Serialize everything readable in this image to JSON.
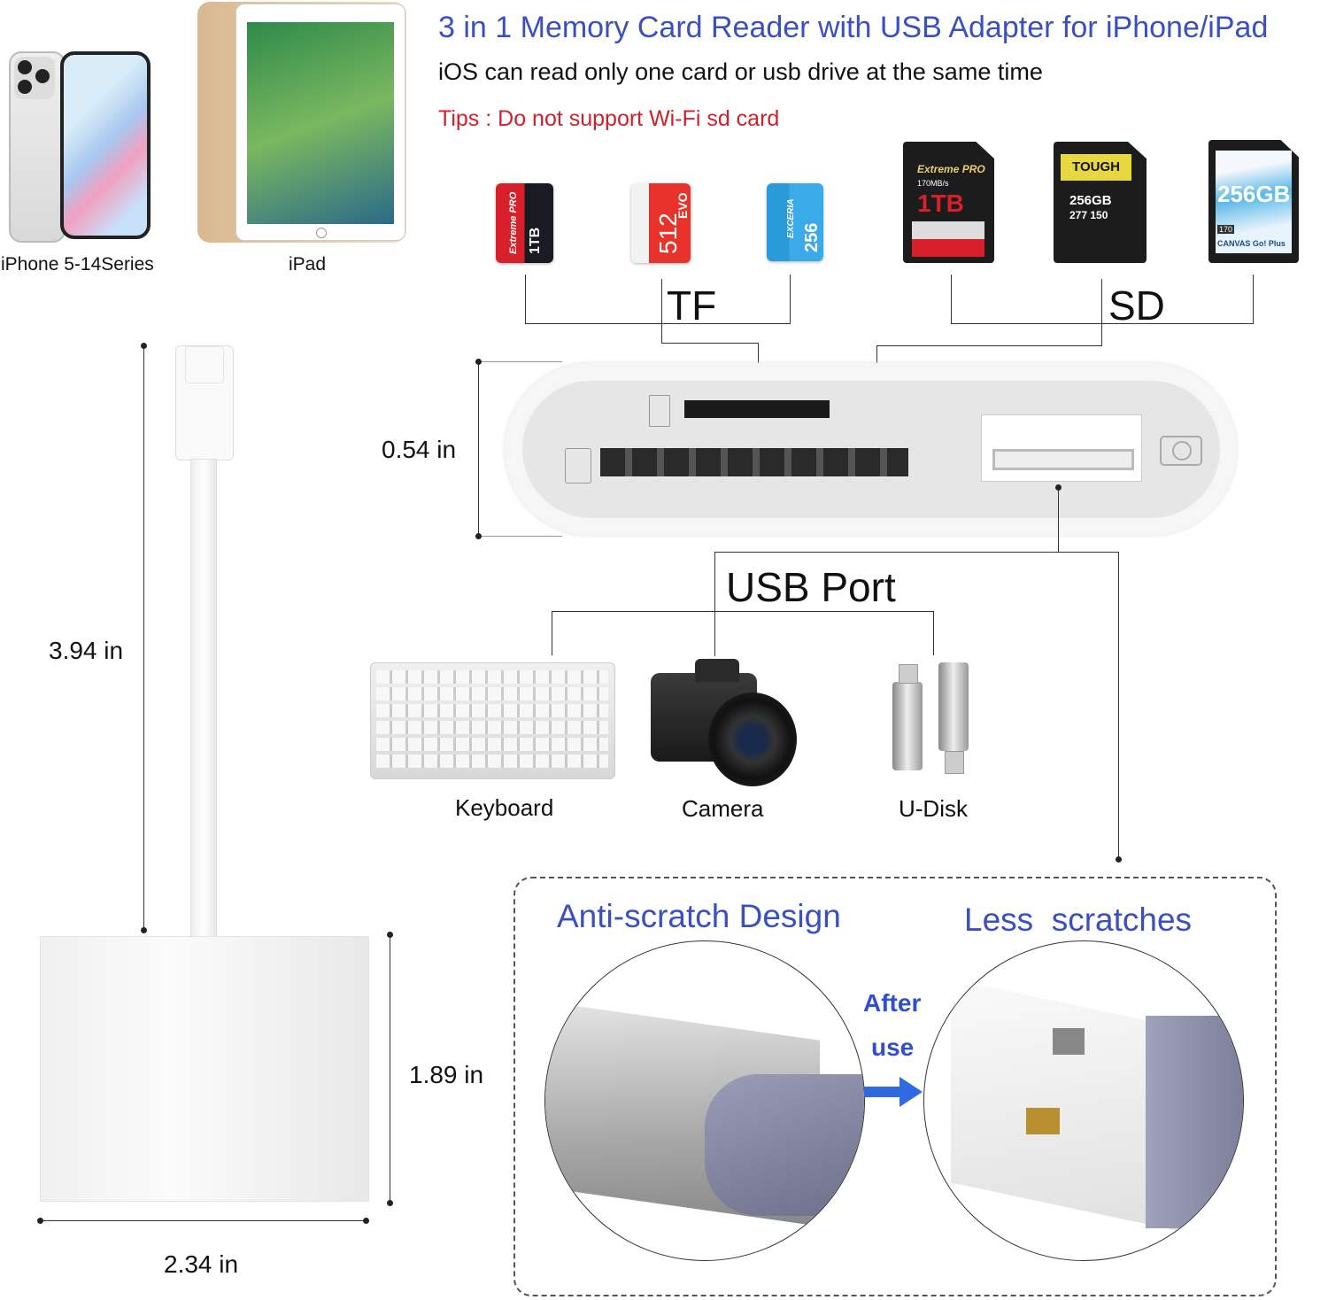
{
  "header": {
    "title": "3 in 1 Memory Card Reader with USB Adapter for iPhone/iPad",
    "subtitle": "iOS can read only one card or usb drive at the same time",
    "tips": "Tips : Do not support Wi-Fi sd card"
  },
  "devices": [
    {
      "label": "iPhone 5-14Series",
      "icon": "iphone-icon"
    },
    {
      "label": "iPad",
      "icon": "ipad-icon"
    }
  ],
  "cards": {
    "tf_label": "TF",
    "sd_label": "SD",
    "tf": [
      {
        "brand": "Extreme PRO",
        "capacity": "1TB",
        "color": "#d8202a"
      },
      {
        "brand": "EVO",
        "capacity": "512",
        "color": "#e8322a"
      },
      {
        "brand": "EXCERIA",
        "capacity": "256",
        "color": "#2a9ad8"
      }
    ],
    "sd": [
      {
        "brand": "Extreme PRO",
        "capacity": "1TB",
        "speed": "170MB/s"
      },
      {
        "brand": "TOUGH",
        "capacity": "256GB",
        "speed": "277 150"
      },
      {
        "brand": "CANVAS Go! Plus",
        "capacity": "256GB",
        "speed": "170"
      }
    ]
  },
  "dimensions": {
    "reader_height": "0.54 in",
    "cable_length": "3.94 in",
    "body_height": "1.89 in",
    "body_width": "2.34 in"
  },
  "usb": {
    "label": "USB Port",
    "devices": [
      {
        "label": "Keyboard",
        "icon": "keyboard-icon"
      },
      {
        "label": "Camera",
        "icon": "camera-icon"
      },
      {
        "label": "U-Disk",
        "icon": "usb-drive-icon"
      }
    ]
  },
  "antiscratch": {
    "left_title": "Anti-scratch Design",
    "right_title": "Less  scratches",
    "after_line1": "After",
    "after_line2": "use"
  },
  "colors": {
    "title_blue": "#3a50c0",
    "tips_red": "#d0202a",
    "arrow_blue": "#2f6ae0"
  }
}
